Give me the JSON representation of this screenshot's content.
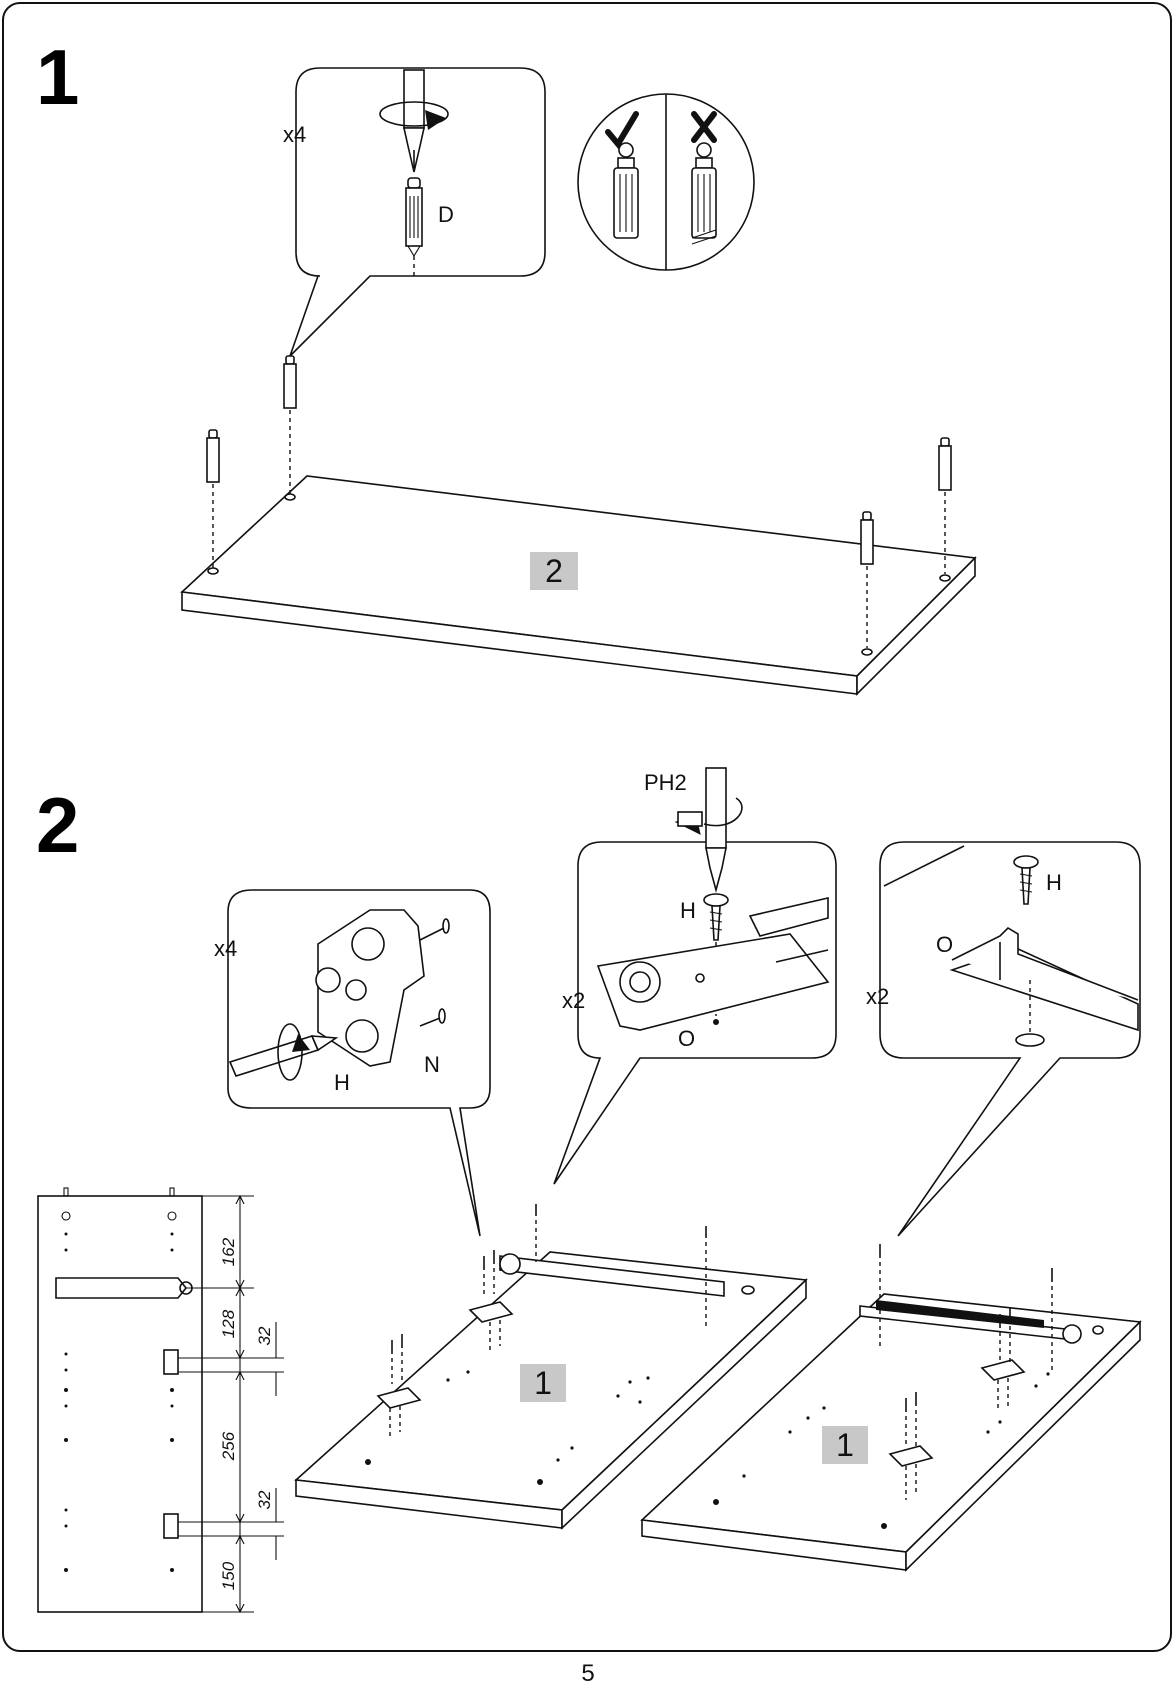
{
  "steps": [
    {
      "number": "1",
      "callout_qty": "x4",
      "part_label": "D",
      "check_mark": "correct-insertion",
      "cross_mark": "incorrect-insertion",
      "panel_label": "2"
    },
    {
      "number": "2",
      "callout_hinge_qty": "x4",
      "callout_hinge_screw": "H",
      "callout_hinge_part": "N",
      "tool_label": "PH2",
      "callout_slide_qty": "x2",
      "callout_slide_screw": "H",
      "callout_slide_part": "O",
      "callout_right_qty": "x2",
      "callout_right_screw": "H",
      "callout_right_part": "O",
      "panel_left_label": "1",
      "panel_right_label": "1",
      "dimensions": [
        "162",
        "128",
        "32",
        "256",
        "32",
        "150"
      ]
    }
  ],
  "footer": {
    "page_number": "5"
  },
  "colors": {
    "ink": "#111111",
    "part_label_bg": "#c8c8c8",
    "background": "#ffffff"
  },
  "icons": [
    "screwdriver-icon",
    "dowel-icon",
    "screw-icon",
    "hinge-plate-icon",
    "drawer-slide-icon",
    "check-icon",
    "cross-icon",
    "rotate-arrow-icon"
  ]
}
